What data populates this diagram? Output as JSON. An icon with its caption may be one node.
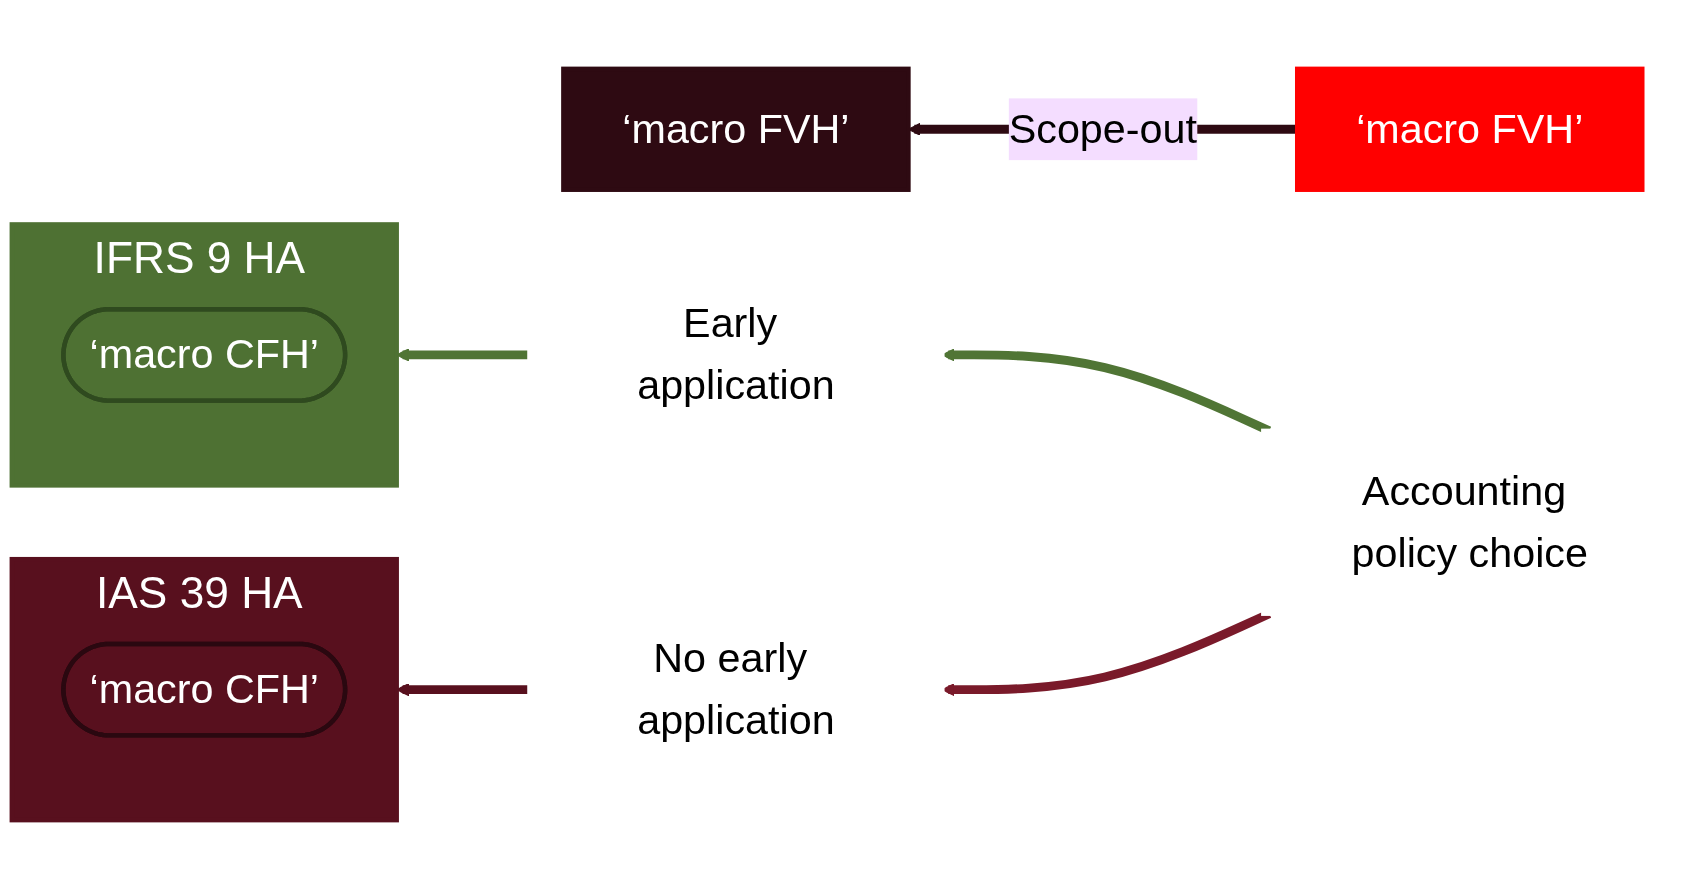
{
  "diagram": {
    "nodes": [
      {
        "text": [
          "IFRS 9 HA model"
        ]
      },
      {
        "text": [
          "‘macro CFH’"
        ],
        "in": 0
      },
      {
        "text": [
          "‘macro FVH’"
        ]
      },
      {
        "text": [
          "IAS 39 HA model"
        ]
      },
      {
        "text": [
          "‘macro CFH’"
        ],
        "in": 3
      },
      {
        "text": [
          "‘macro FVH’"
        ]
      },
      {
        "text": [
          "Accounting policy choice"
        ]
      },
      {
        "text": [
          "Early application"
        ]
      },
      {
        "text": [
          "No early application"
        ]
      }
    ],
    "edges": [
      {
        "from": 6,
        "to": 7,
        "arrow": "to",
        "color": "#507535"
      },
      {
        "from": 7,
        "to": 0,
        "arrow": "to",
        "color": "#507535"
      },
      {
        "from": 6,
        "to": 8,
        "arrow": "to",
        "color": "#7a1a2a"
      },
      {
        "from": 8,
        "to": 3,
        "arrow": "to",
        "color": "#58101e"
      },
      {
        "from": 2,
        "to": 5,
        "label": "Scope-out",
        "arrow": "to",
        "color": "#2e0a12"
      }
    ]
  }
}
